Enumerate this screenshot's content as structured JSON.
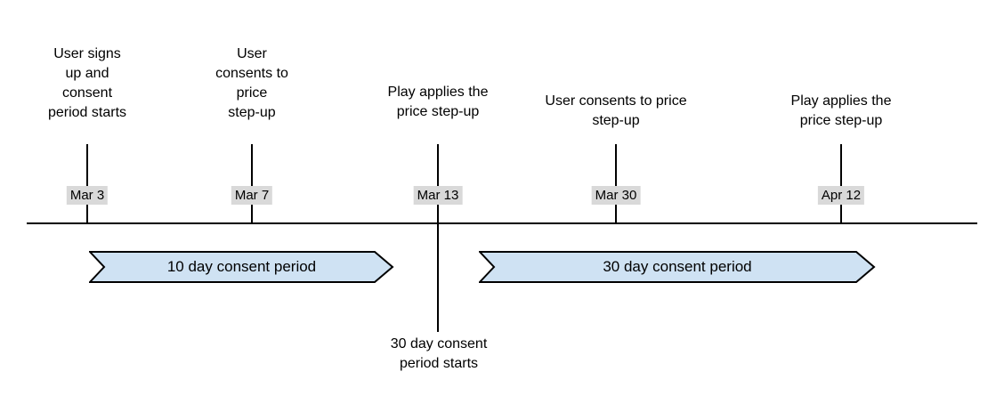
{
  "diagram": {
    "type": "timeline",
    "events": [
      {
        "date": "Mar 3",
        "label": "User signs\nup and\nconsent\nperiod starts"
      },
      {
        "date": "Mar 7",
        "label": "User\nconsents to\nprice\nstep-up"
      },
      {
        "date": "Mar 13",
        "label": "Play applies the\nprice step-up",
        "note_below": "30 day consent\nperiod starts"
      },
      {
        "date": "Mar 30",
        "label": "User consents to price\nstep-up"
      },
      {
        "date": "Apr 12",
        "label": "Play applies the\nprice step-up"
      }
    ],
    "periods": [
      {
        "label": "10 day consent period"
      },
      {
        "label": "30 day consent period"
      }
    ],
    "colors": {
      "banner_fill": "#cfe2f3",
      "banner_stroke": "#000000",
      "date_chip_bg": "#d9d9d9",
      "line": "#000000",
      "text": "#000000",
      "background": "#ffffff"
    }
  }
}
